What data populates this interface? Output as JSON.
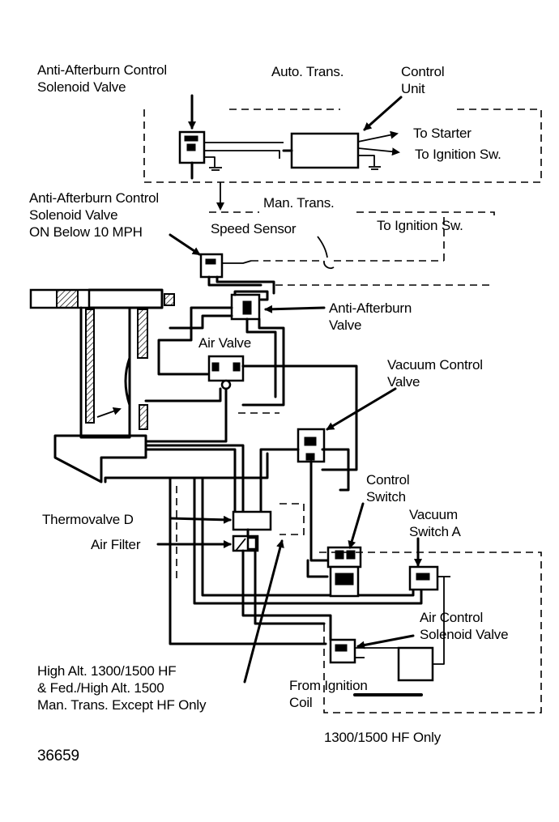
{
  "labels": {
    "anti_afterburn_solenoid_top": "Anti-Afterburn Control\nSolenoid Valve",
    "auto_trans": "Auto. Trans.",
    "control_unit": "Control\nUnit",
    "to_starter": "To Starter",
    "to_ignition_sw_1": "To Ignition Sw.",
    "anti_afterburn_solenoid_mid": "Anti-Afterburn Control\nSolenoid Valve\nON Below 10 MPH",
    "man_trans": "Man. Trans.",
    "speed_sensor": "Speed Sensor",
    "to_ignition_sw_2": "To Ignition Sw.",
    "anti_afterburn_valve": "Anti-Afterburn\nValve",
    "air_valve": "Air Valve",
    "vacuum_control_valve": "Vacuum Control\nValve",
    "control_switch": "Control\nSwitch",
    "vacuum_switch_a": "Vacuum\nSwitch A",
    "thermovalve_d": "Thermovalve D",
    "air_filter": "Air Filter",
    "air_control_solenoid": "Air Control\nSolenoid Valve",
    "high_alt_note": "High Alt. 1300/1500 HF\n& Fed./High Alt. 1500\nMan. Trans. Except HF Only",
    "from_ignition_coil": "From Ignition\nCoil",
    "hf_only": "1300/1500 HF Only",
    "figure_number": "36659"
  },
  "icons": {
    "ground": "ground-symbol",
    "arrow": "leader-arrow"
  }
}
